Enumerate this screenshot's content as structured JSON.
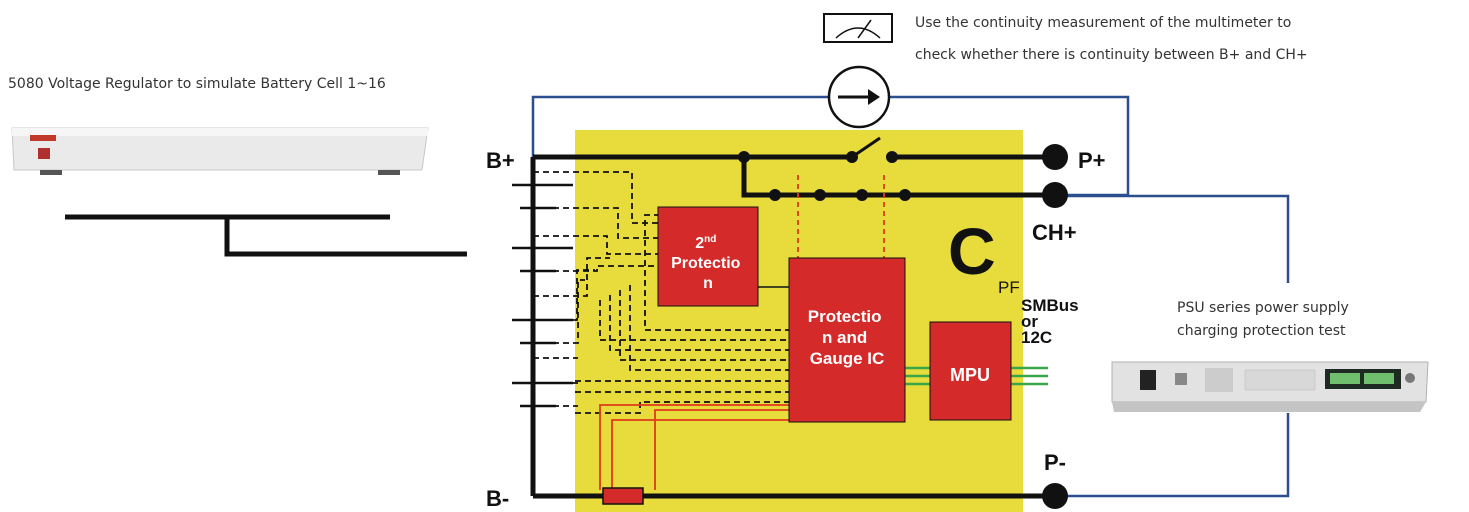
{
  "captions": {
    "regulator": "5080  Voltage Regulator to simulate Battery Cell 1~16",
    "multimeter_line1": "Use the continuity measurement of the multimeter to",
    "multimeter_line2": "check whether there is continuity between B+ and CH+",
    "psu_line1": "PSU series power supply",
    "psu_line2": "charging protection test"
  },
  "terminals": {
    "b_plus": "B+",
    "b_minus": "B-",
    "p_plus": "P+",
    "ch_plus": "CH+",
    "p_minus": "P-"
  },
  "blocks": {
    "second_protection": {
      "sup": "nd",
      "lines": [
        "2",
        "Protectio",
        "n"
      ]
    },
    "gauge_ic": {
      "lines": [
        "Protectio",
        "n and",
        "Gauge IC"
      ]
    },
    "mpu": "MPU"
  },
  "labels": {
    "c_letter": "C",
    "pf": "PF",
    "smbus_lines": [
      "SMBus",
      "or",
      "12C"
    ]
  },
  "colors": {
    "board": "#e8dc3c",
    "block": "#d42a2a",
    "wire_blue": "#2a4e8e",
    "wire_red": "#e03a1a",
    "wire_green": "#3aa64a",
    "wire_black": "#111111"
  },
  "icons": {
    "regulator": "bench-voltage-regulator",
    "psu": "rack-power-supply",
    "meter": "analog-meter-icon",
    "arrow": "arrow-right-icon",
    "switch": "open-switch"
  }
}
